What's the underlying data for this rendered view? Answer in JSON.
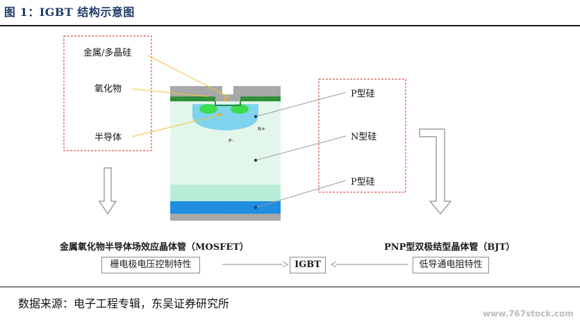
{
  "figure": {
    "title": "图 1：IGBT 结构示意图"
  },
  "left_labels": {
    "metal": "金属/多晶硅",
    "oxide": "氧化物",
    "semiconductor": "半导体"
  },
  "right_labels": {
    "p_top": "P型硅",
    "n_mid": "N型硅",
    "p_bottom": "P型硅"
  },
  "device_labels": {
    "n_plus": "N+",
    "p_minus": "P-"
  },
  "bottom": {
    "left_device": "金属氧化物半导体场效应晶体管（MOSFET）",
    "right_device": "PNP型双极结型晶体管（BJT）",
    "left_trait": "栅电极电压控制特性",
    "center": "IGBT",
    "right_trait": "低导通电阻特性"
  },
  "source": "数据来源：电子工程专辑，东吴证券研究所",
  "watermark": "www.767stock.com",
  "colors": {
    "title_blue": "#1f3a6b",
    "dashed_red": "#d9534f",
    "layer_light": "#e3f6ec",
    "layer_mint": "#b9ecd6",
    "layer_blue": "#1f8ee0",
    "p_well": "#7fd3ee",
    "n_plus_green": "#3ddc4e",
    "oxide_green": "#2f8f3a",
    "metal_gray": "#a9a9a9",
    "leader_yellow": "#f2c230"
  }
}
